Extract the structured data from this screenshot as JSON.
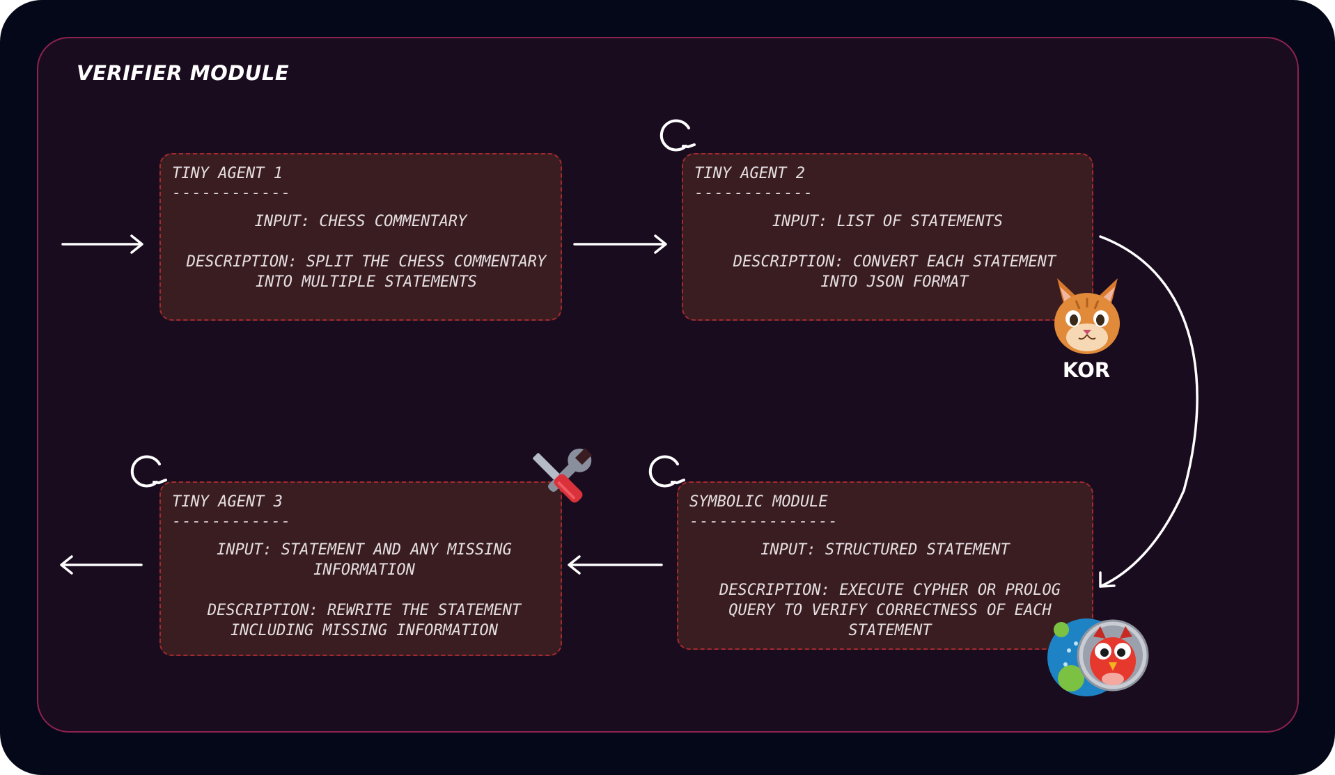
{
  "module": {
    "title": "VERIFIER MODULE"
  },
  "boxes": {
    "agent1": {
      "title": "TINY AGENT 1",
      "divider": "------------",
      "input": "INPUT: CHESS COMMENTARY",
      "description": "DESCRIPTION: SPLIT THE CHESS COMMENTARY INTO MULTIPLE STATEMENTS"
    },
    "agent2": {
      "title": "TINY AGENT 2",
      "divider": "------------",
      "input": "INPUT: LIST OF STATEMENTS",
      "description": "DESCRIPTION: CONVERT EACH STATEMENT INTO JSON FORMAT"
    },
    "agent3": {
      "title": "TINY AGENT 3",
      "divider": "------------",
      "input": "INPUT: STATEMENT AND ANY MISSING INFORMATION",
      "description": "DESCRIPTION: REWRITE THE STATEMENT INCLUDING MISSING INFORMATION"
    },
    "symbolic": {
      "title": "SYMBOLIC MODULE",
      "divider": "---------------",
      "input": "INPUT: STRUCTURED STATEMENT",
      "description": "DESCRIPTION: EXECUTE CYPHER OR PROLOG QUERY TO VERIFY CORRECTNESS OF EACH STATEMENT"
    }
  },
  "badges": {
    "kor_label": "KOR"
  },
  "icons": [
    "loop-icon",
    "cat-icon",
    "tools-icon",
    "neo4j-icon",
    "owl-icon",
    "arrow-icon"
  ],
  "colors": {
    "background": "#050818",
    "panel": "#1a0c1f",
    "panel_border": "#8e2250",
    "box_fill": "#3a1d21",
    "box_border": "#a42a2f",
    "text": "#e5dfe2"
  }
}
